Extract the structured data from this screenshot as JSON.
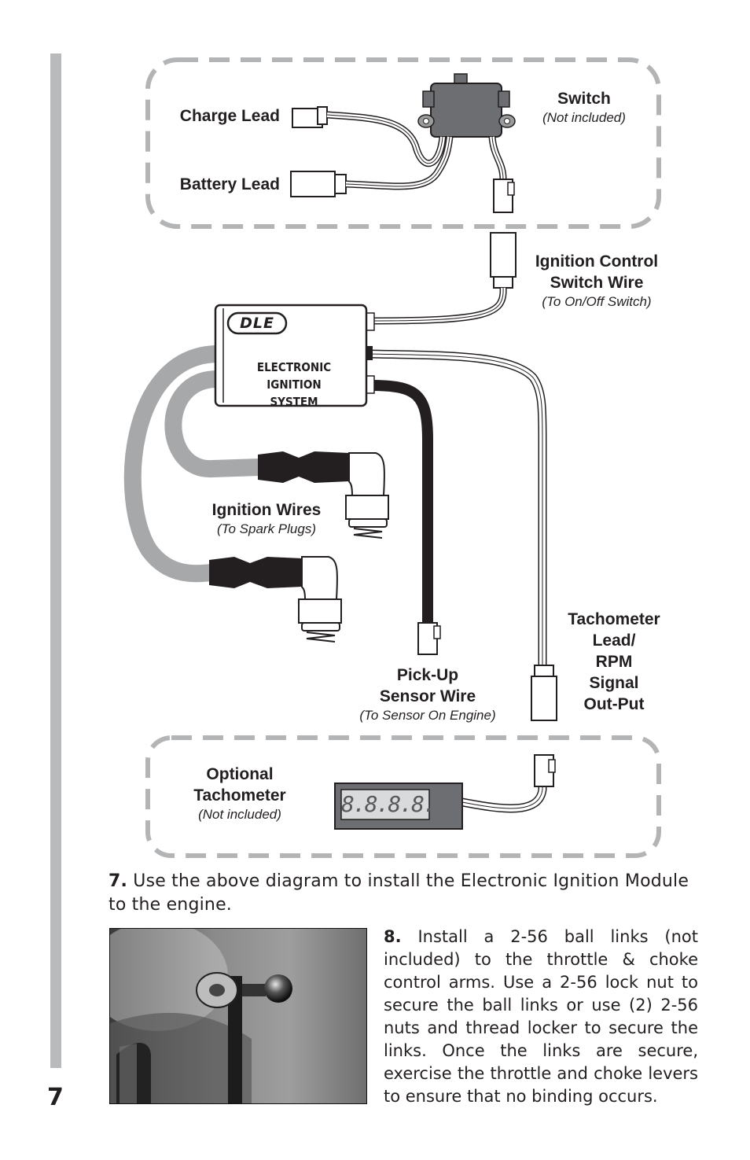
{
  "page_number": "7",
  "diagram": {
    "charge_lead": "Charge Lead",
    "battery_lead": "Battery Lead",
    "switch_title": "Switch",
    "switch_note": "(Not included)",
    "ignition_control_line1": "Ignition Control",
    "ignition_control_line2": "Switch Wire",
    "ignition_control_note": "(To On/Off Switch)",
    "module_brand": "DLE",
    "module_line1": "ELECTRONIC IGNITION",
    "module_line2": "SYSTEM",
    "ignition_wires_title": "Ignition Wires",
    "ignition_wires_note": "(To Spark Plugs)",
    "pickup_line1": "Pick-Up",
    "pickup_line2": "Sensor Wire",
    "pickup_note": "(To Sensor On Engine)",
    "tach_lead_line1": "Tachometer",
    "tach_lead_line2": "Lead/",
    "tach_lead_line3": "RPM",
    "tach_lead_line4": "Signal",
    "tach_lead_line5": "Out-Put",
    "optional_line1": "Optional",
    "optional_line2": "Tachometer",
    "optional_note": "(Not included)",
    "tach_display": "8.8.8.8."
  },
  "steps": [
    {
      "number": "7.",
      "text": " Use the above diagram to install the Electronic Ignition Module to the engine."
    },
    {
      "number": "8.",
      "text": " Install a 2-56 ball links (not included) to the throttle & choke control arms. Use a 2-56 lock nut to secure the ball links or use (2) 2-56 nuts and thread locker to secure the links. Once the links are secure, exercise the throttle and choke levers to ensure that no binding occurs."
    }
  ],
  "colors": {
    "dashed_border": "#b3b4b6",
    "ignition_wire": "#a7a8aa",
    "pickup_wire": "#231f20",
    "tach_body": "#6d6e71"
  }
}
